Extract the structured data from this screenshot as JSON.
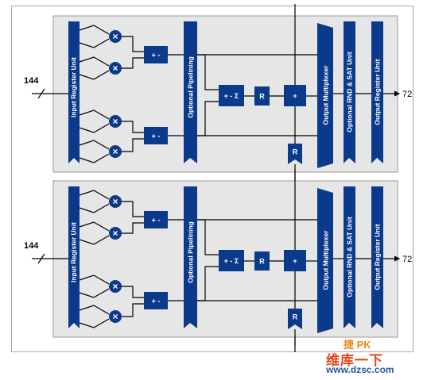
{
  "blocks": [
    {
      "input_width": "144",
      "output_width": "72",
      "labels": {
        "input_register": "Input Register Unit",
        "pipelining": "Optional Pipelining",
        "adder": "+ -",
        "sum": "+ - Σ",
        "reg": "R",
        "plus": "+",
        "feedback_reg": "R",
        "output_mux": "Output Multiplexer",
        "rnd_sat": "Optional RND & SAT Unit",
        "output_register": "Output Register Unit",
        "multiplier": "×"
      }
    },
    {
      "input_width": "144",
      "output_width": "72",
      "labels": {
        "input_register": "Input Register Unit",
        "pipelining": "Optional Pipelining",
        "adder": "+ -",
        "sum": "+ - Σ",
        "reg": "R",
        "plus": "+",
        "feedback_reg": "R",
        "output_mux": "Output Multiplexer",
        "rnd_sat": "Optional RND & SAT Unit",
        "output_register": "Output Register Unit",
        "multiplier": "×"
      }
    }
  ],
  "watermark": {
    "top": "捷 PK",
    "line1": "维库一下",
    "line2": "www.dzsc.com"
  },
  "colors": {
    "block_fill": "#0b3a8c",
    "panel_fill": "#e6e6e6",
    "line": "#000000"
  }
}
